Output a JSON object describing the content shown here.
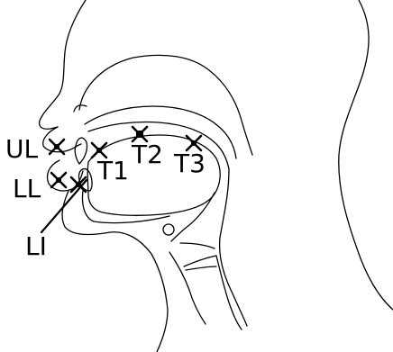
{
  "markers": [
    {
      "id": "ul",
      "label": "UL"
    },
    {
      "id": "ll",
      "label": "LL"
    },
    {
      "id": "li",
      "label": "LI"
    },
    {
      "id": "t1",
      "label": "T1"
    },
    {
      "id": "t2",
      "label": "T2"
    },
    {
      "id": "t3",
      "label": "T3"
    }
  ]
}
